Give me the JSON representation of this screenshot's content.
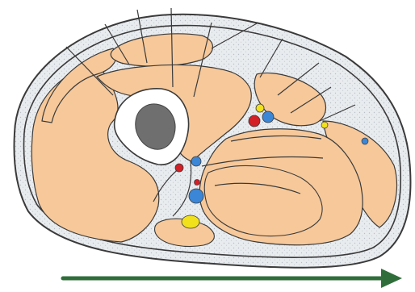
{
  "figure": {
    "structures": {
      "skin": "skin-and-subcutaneous-layer",
      "fascia": "deep-fascia",
      "muscles": "muscle-compartments",
      "bone": "bone-cross-section",
      "medullary": "medullary-cavity",
      "vessels_artery": "arteries",
      "vessels_vein": "veins",
      "nerves": "nerves",
      "septa": "intermuscular-septa"
    },
    "colors": {
      "background": "#ffffff",
      "skin_fill": "#e9ecef",
      "skin_stipple": "#b9c0c7",
      "outline": "#3a3a3a",
      "muscle": "#f6c89a",
      "bone": "#ffffff",
      "medullary": "#6f6f6f",
      "artery": "#d31f26",
      "vein": "#3b86d6",
      "nerve": "#f1e11c",
      "arrow": "#2f6e3a"
    },
    "orientation_arrow": {
      "icon": "arrow-right-icon",
      "direction": "right"
    }
  }
}
